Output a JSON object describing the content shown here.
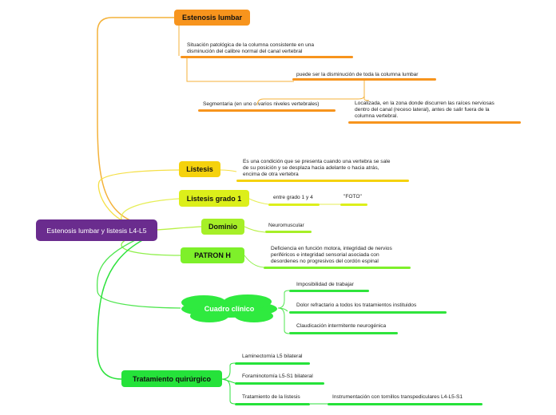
{
  "colors": {
    "root": "#6a2c8e",
    "orange": "#f4a11e",
    "orange_node": "#f7941d",
    "yellow": "#f5d20d",
    "lime": "#d4ec17",
    "green_light": "#a6ef27",
    "green": "#25e23a",
    "cloud": "#2fea3f"
  },
  "root": {
    "label": "Estenosis lumbar y listesis L4-L5"
  },
  "estenosis": {
    "label": "Estenosis lumbar",
    "definition": "Situación patológica de la columna consistente en una\ndisminución del calibre normal del canal vertebral",
    "whole": "puede ser la disminución de toda la columna lumbar",
    "segmental": "Segmentaria (en uno o varios niveles vertebrales)",
    "localized": "Localizada, en la zona donde discurren las raíces nerviosas\ndentro del canal (receso lateral), antes de salir fuera de la\ncolumna vertebral."
  },
  "listesis": {
    "label": "Listesis",
    "definition": "Es una condición que se presenta cuando una vertebra se sale\nde su posición y se desplaza hacia adelante o hacia atrás,\nencima de otra vertebra"
  },
  "grado": {
    "label": "Listesis grado 1",
    "range": "entre grado 1 y 4",
    "foto": "\"FOTO\""
  },
  "dominio": {
    "label": "Dominio",
    "value": "Neuromuscular"
  },
  "patron": {
    "label": "PATRON H",
    "value": "Deficiencia en función motora, integridad de nervios\nperiféricos e integridad sensorial asociada con\ndesordenes no progresivos del cordón espinal"
  },
  "cuadro": {
    "label": "Cuadro clínico",
    "items": [
      "Imposibilidad de trabajar",
      "Dolor refractario a todos los tratamientos instituidos",
      "Claudicación intermitente neurogénica"
    ]
  },
  "tratamiento": {
    "label": "Tratamiento quirúrgico",
    "items": [
      "Laminectomía L5 bilateral",
      "Foraminotomía L5-S1 bilateral",
      "Tratamiento de la listesis"
    ],
    "sub": "Instrumentación con tornillos transpediculares L4-L5-S1"
  }
}
